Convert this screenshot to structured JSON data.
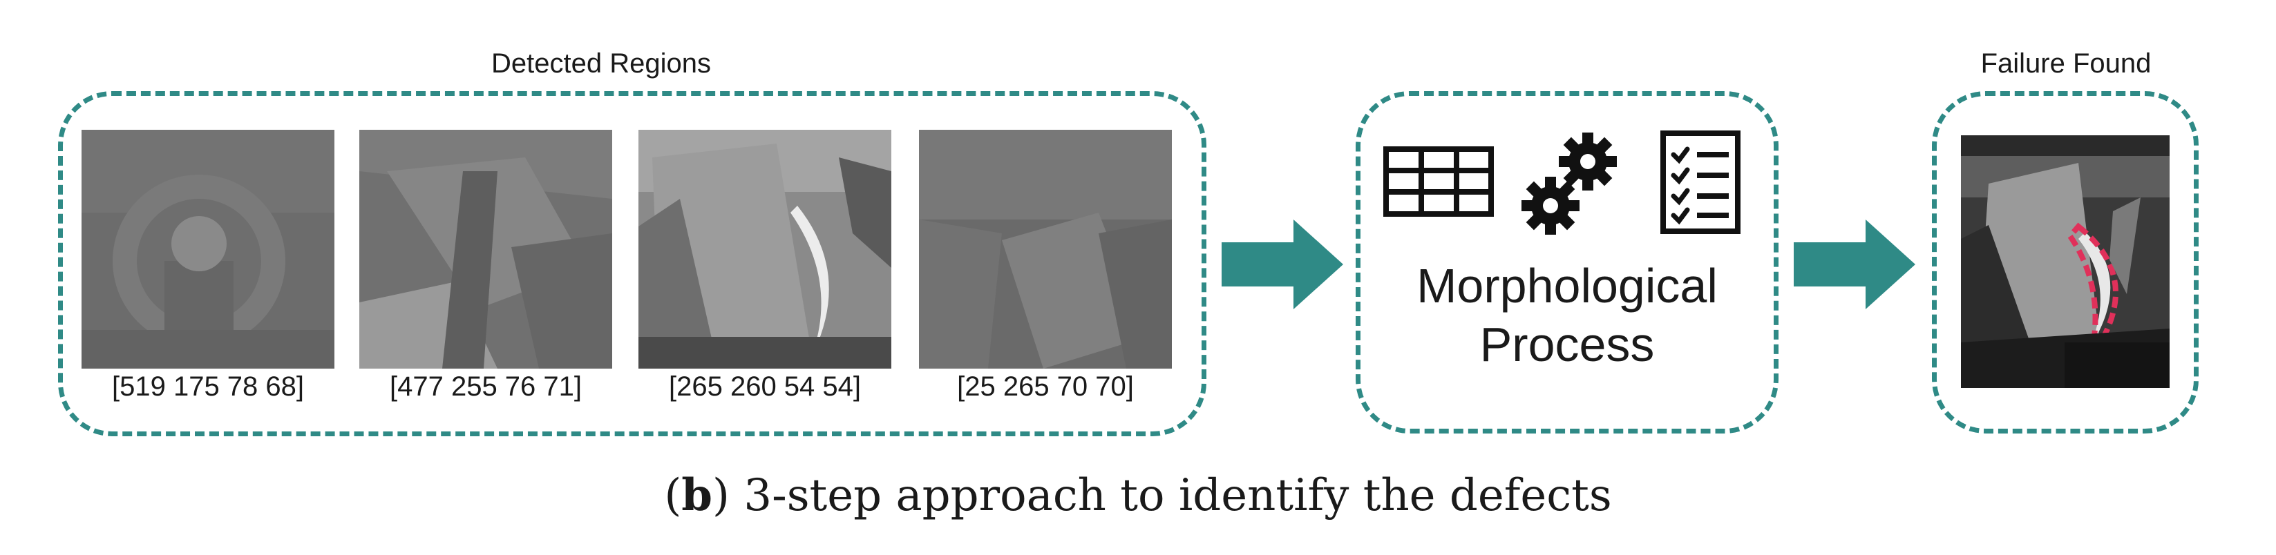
{
  "colors": {
    "accent": "#2f8a86",
    "failure_outline": "#e0305a"
  },
  "detected": {
    "title": "Detected Regions",
    "regions": [
      {
        "label": "[519 175 78 68]"
      },
      {
        "label": "[477 255 76 71]"
      },
      {
        "label": "[265 260 54 54]"
      },
      {
        "label": "[25 265 70 70]"
      }
    ]
  },
  "morph": {
    "line1": "Morphological",
    "line2": "Process",
    "icons": [
      "table-icon",
      "gears-icon",
      "checklist-icon"
    ]
  },
  "failure": {
    "title": "Failure Found"
  },
  "caption": {
    "letter": "b",
    "text": " 3-step approach to identify the defects"
  }
}
